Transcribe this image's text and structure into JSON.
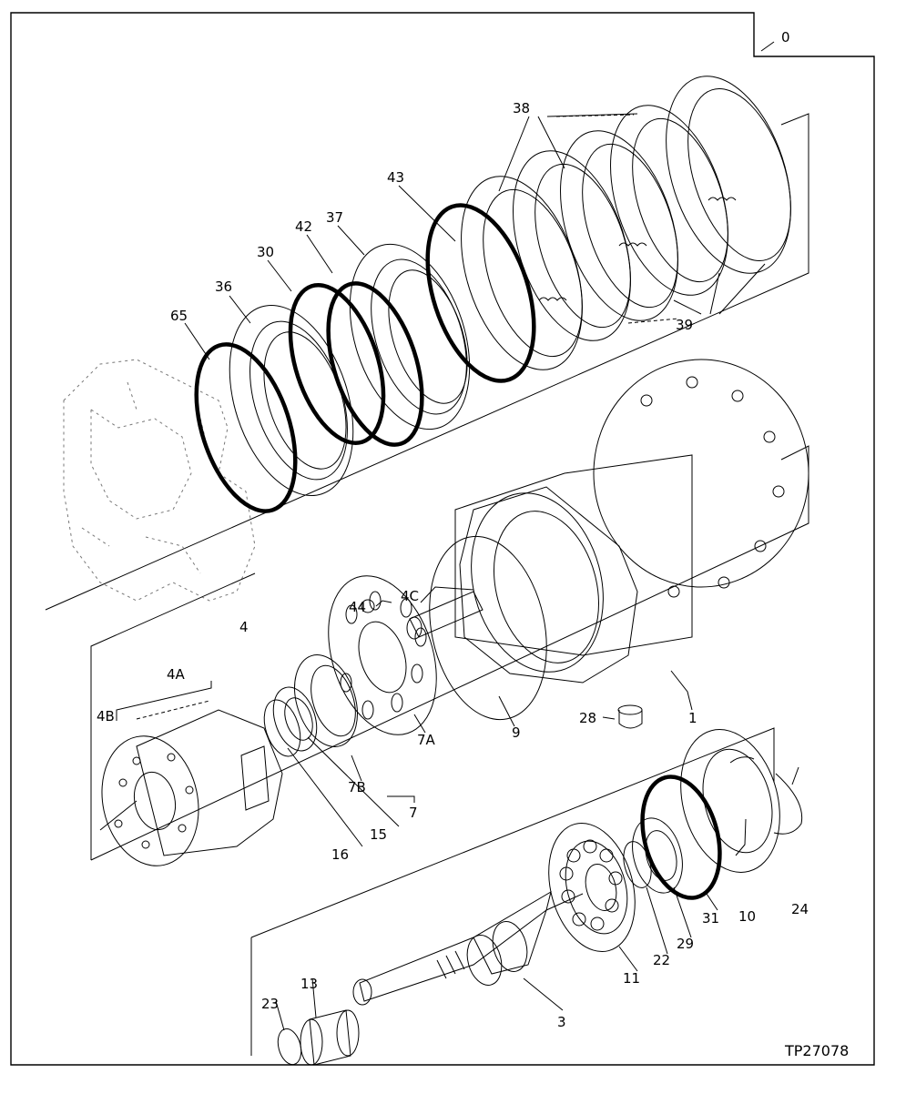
{
  "diagram": {
    "ref_code": "TP27078",
    "callouts": [
      {
        "id": "c0",
        "text": "0"
      },
      {
        "id": "c38",
        "text": "38"
      },
      {
        "id": "c43",
        "text": "43"
      },
      {
        "id": "c37",
        "text": "37"
      },
      {
        "id": "c42",
        "text": "42"
      },
      {
        "id": "c30",
        "text": "30"
      },
      {
        "id": "c36",
        "text": "36"
      },
      {
        "id": "c65",
        "text": "65"
      },
      {
        "id": "c39",
        "text": "39"
      },
      {
        "id": "c4C",
        "text": "4C"
      },
      {
        "id": "c44",
        "text": "44"
      },
      {
        "id": "c4",
        "text": "4"
      },
      {
        "id": "c4A",
        "text": "4A"
      },
      {
        "id": "c4B",
        "text": "4B"
      },
      {
        "id": "c1",
        "text": "1"
      },
      {
        "id": "c9",
        "text": "9"
      },
      {
        "id": "c28",
        "text": "28"
      },
      {
        "id": "c7A",
        "text": "7A"
      },
      {
        "id": "c7B",
        "text": "7B"
      },
      {
        "id": "c7",
        "text": "7"
      },
      {
        "id": "c15",
        "text": "15"
      },
      {
        "id": "c16",
        "text": "16"
      },
      {
        "id": "c10",
        "text": "10"
      },
      {
        "id": "c24",
        "text": "24"
      },
      {
        "id": "c31",
        "text": "31"
      },
      {
        "id": "c29",
        "text": "29"
      },
      {
        "id": "c22",
        "text": "22"
      },
      {
        "id": "c11",
        "text": "11"
      },
      {
        "id": "c3",
        "text": "3"
      },
      {
        "id": "c13",
        "text": "13"
      },
      {
        "id": "c23",
        "text": "23"
      }
    ]
  }
}
